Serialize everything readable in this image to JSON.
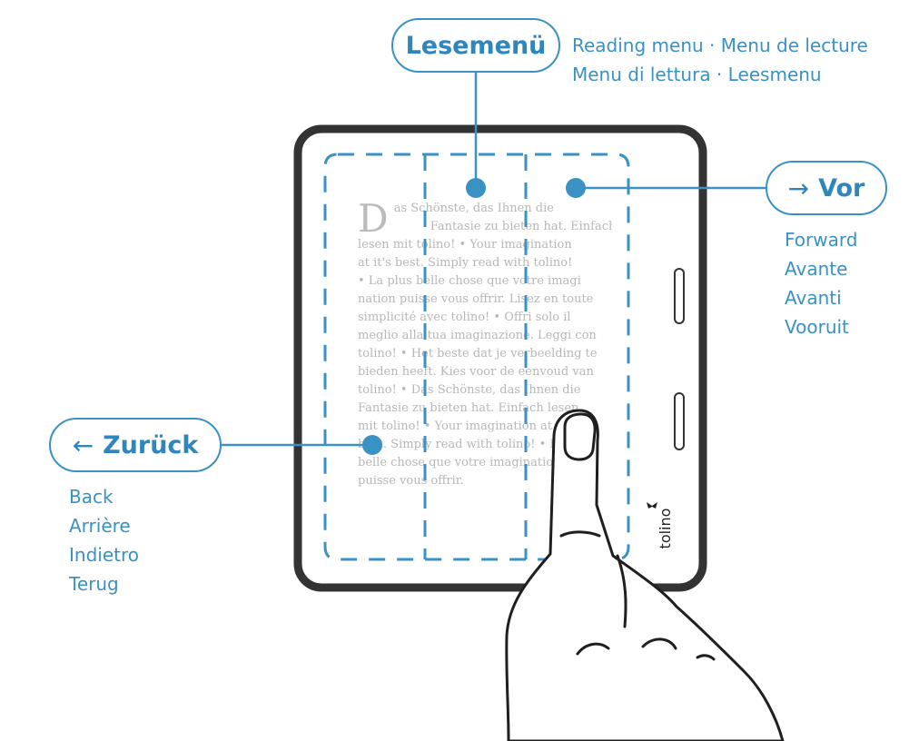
{
  "menu": {
    "label": "Lesemenü",
    "translations": [
      "Reading menu · Menu de lecture",
      "Menu di lettura · Leesmenu"
    ]
  },
  "forward": {
    "arrow": "→",
    "label": "Vor",
    "translations": [
      "Forward",
      "Avante",
      "Avanti",
      "Vooruit"
    ]
  },
  "back": {
    "arrow": "←",
    "label": "Zurück",
    "translations": [
      "Back",
      "Arrière",
      "Indietro",
      "Terug"
    ]
  },
  "page": {
    "drop_cap": "D",
    "lines": [
      "as Schönste, das Ihnen die",
      "Fantasie zu bieten hat. Einfach",
      "lesen mit tolino! • Your imagination",
      "at it's best. Simply read with tolino!",
      "• La plus belle chose que votre imagi",
      "nation puisse vous offrir. Lisez en toute",
      "simplicité avec tolino! • Offri solo il",
      "meglio alla tua imaginazione. Leggi con",
      "tolino! • Het beste dat je verbeelding te",
      "bieden heeft. Kies voor de eenvoud van",
      "tolino! • Das Schönste, das Ihnen die",
      "Fantasie zu bieten hat. Einfach lesen",
      "mit tolino! • Your imagination at",
      "best. Simply read with tolino! • La",
      "belle chose que votre imagination",
      "puisse vous offrir."
    ]
  },
  "brand": "tolino",
  "colors": {
    "accent": "#3a91c3",
    "device_frame": "#333333",
    "page_text": "#b7b7b7"
  }
}
